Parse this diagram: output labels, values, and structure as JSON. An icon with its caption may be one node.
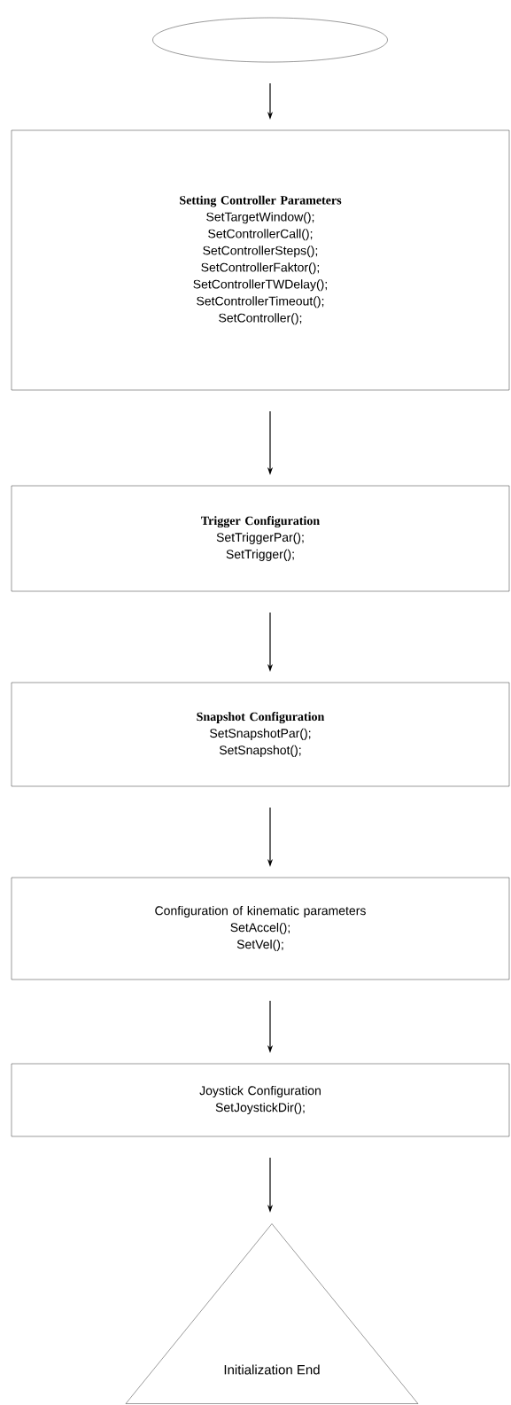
{
  "diagram": {
    "nodes": [
      {
        "text": [],
        "shape": "ellipse"
      },
      {
        "text": [
          "Setting Controller Parameters",
          "SetTargetWindow();",
          "SetControllerCall();",
          "SetControllerSteps();",
          "SetControllerFaktor();",
          "SetControllerTWDelay();",
          "SetControllerTimeout();",
          "SetController();"
        ]
      },
      {
        "text": [
          "Trigger Configuration",
          "SetTriggerPar();",
          "SetTrigger();"
        ]
      },
      {
        "text": [
          "Snapshot Configuration",
          "SetSnapshotPar();",
          "SetSnapshot();"
        ]
      },
      {
        "text": [
          "Configuration of kinematic parameters",
          "SetAccel();",
          "SetVel();"
        ]
      },
      {
        "text": [
          "Joystick Configuration",
          "SetJoystickDir();"
        ]
      },
      {
        "text": [
          "Initialization End"
        ]
      }
    ],
    "edges": [
      {
        "from": 0,
        "to": 1,
        "arrow": "to"
      },
      {
        "from": 1,
        "to": 2,
        "arrow": "to"
      },
      {
        "from": 2,
        "to": 3,
        "arrow": "to"
      },
      {
        "from": 3,
        "to": 4,
        "arrow": "to"
      },
      {
        "from": 4,
        "to": 5,
        "arrow": "to"
      },
      {
        "from": 5,
        "to": 6,
        "arrow": "to"
      }
    ]
  }
}
